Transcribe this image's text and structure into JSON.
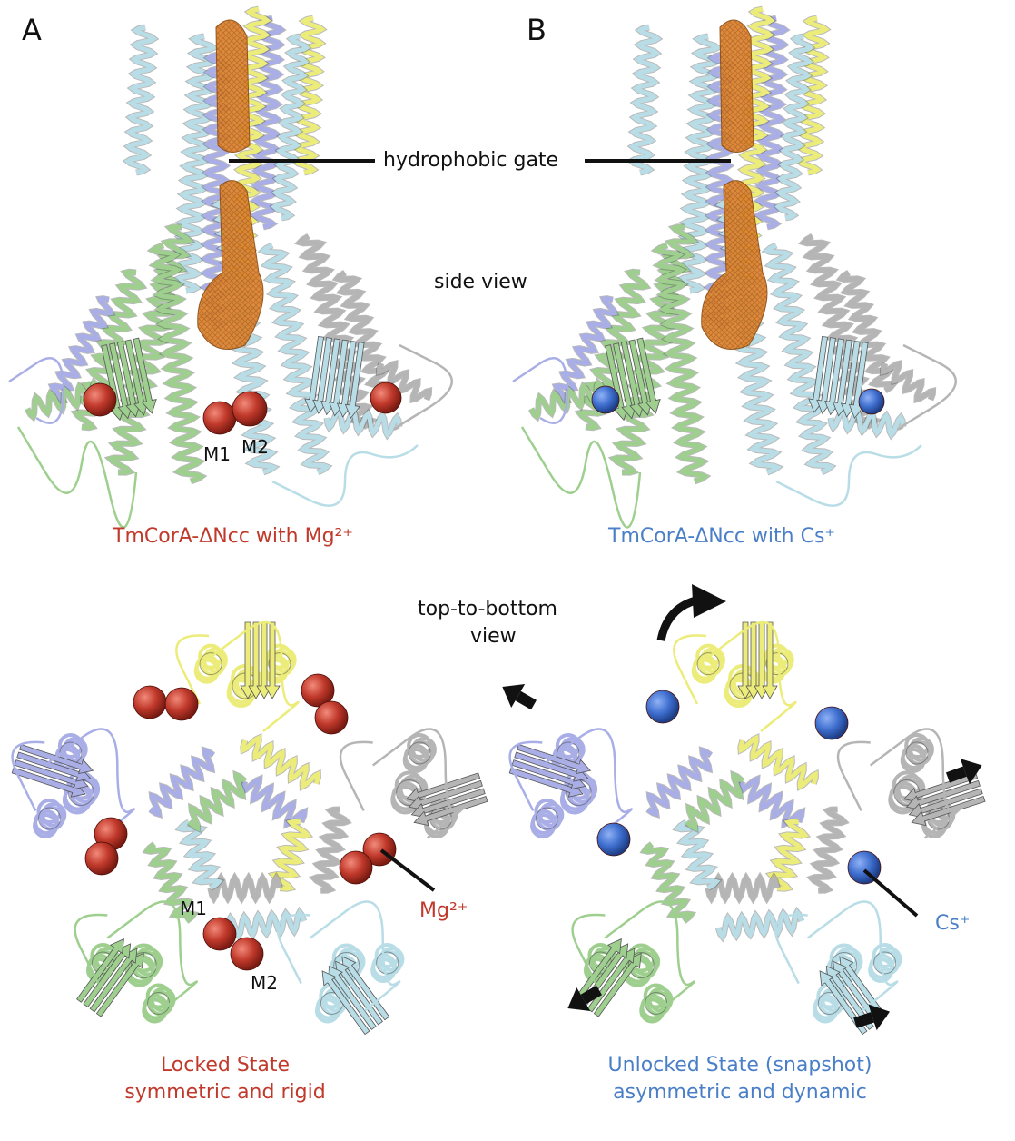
{
  "colors": {
    "chain_cyan": "#b8dde6",
    "chain_green": "#9ecf8f",
    "chain_lavender": "#a9aee6",
    "chain_yellow": "#ecec7a",
    "chain_gray": "#b5b5b5",
    "pore_orange": "#d9822b",
    "mg_red": "#c0392b",
    "cs_blue": "#3f6fcf",
    "mg_text": "#c0392b",
    "cs_text": "#4a7fc8"
  },
  "panels": [
    {
      "letter": "A",
      "side_caption": "TmCorA-ΔNcc with Mg²⁺",
      "top_caption_line1": "Locked State",
      "top_caption_line2": "symmetric and rigid",
      "ion_label": "Mg²⁺",
      "site_label_1": "M1",
      "site_label_2": "M2"
    },
    {
      "letter": "B",
      "side_caption": "TmCorA-ΔNcc with Cs⁺",
      "top_caption_line1": "Unlocked State (snapshot)",
      "top_caption_line2": "asymmetric and dynamic",
      "ion_label": "Cs⁺"
    }
  ],
  "annotations": {
    "gate": "hydrophobic gate",
    "side_view": "side view",
    "top_view_line1": "top-to-bottom",
    "top_view_line2": "view"
  }
}
